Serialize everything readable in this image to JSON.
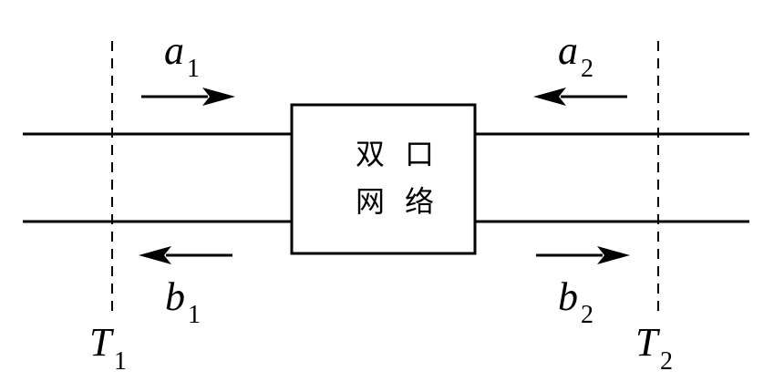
{
  "diagram": {
    "box_text": {
      "line1": [
        "双",
        "口"
      ],
      "line2": [
        "网",
        "络"
      ]
    },
    "waves": {
      "a1": {
        "base": "a",
        "sub": "1"
      },
      "a2": {
        "base": "a",
        "sub": "2"
      },
      "b1": {
        "base": "b",
        "sub": "1"
      },
      "b2": {
        "base": "b",
        "sub": "2"
      }
    },
    "planes": {
      "T1": {
        "base": "T",
        "sub": "1"
      },
      "T2": {
        "base": "T",
        "sub": "2"
      }
    }
  }
}
